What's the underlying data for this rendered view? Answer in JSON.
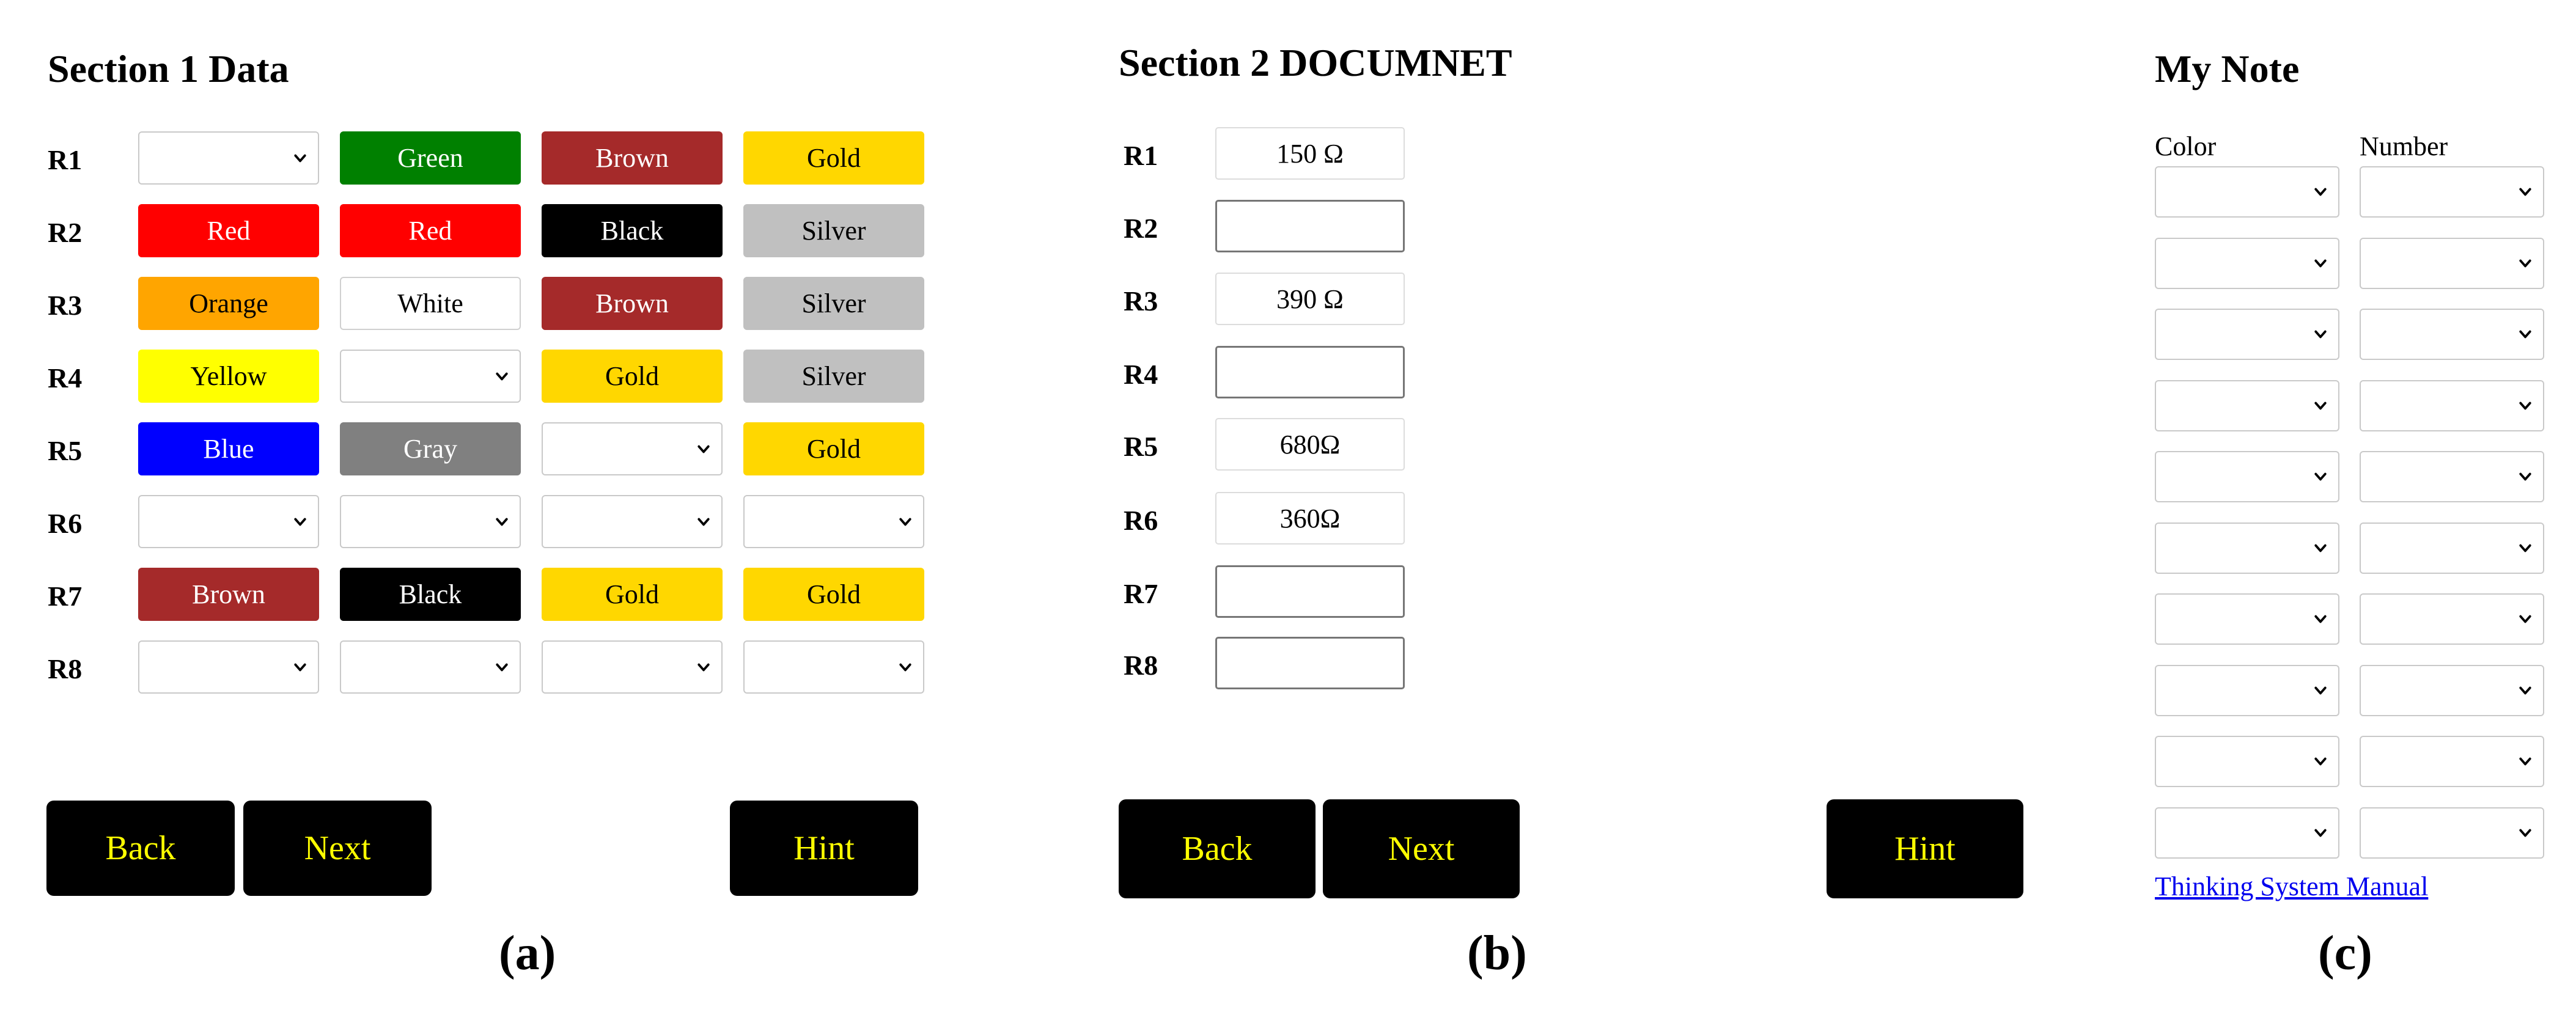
{
  "section1": {
    "title": "Section 1 Data",
    "rows": [
      {
        "label": "R1",
        "bands": [
          {
            "type": "select"
          },
          {
            "type": "color",
            "text": "Green",
            "bg": "#008000",
            "fg": "#ffffff"
          },
          {
            "type": "color",
            "text": "Brown",
            "bg": "#a52a2a",
            "fg": "#ffffff"
          },
          {
            "type": "color",
            "text": "Gold",
            "bg": "#ffd700",
            "fg": "#000000"
          }
        ]
      },
      {
        "label": "R2",
        "bands": [
          {
            "type": "color",
            "text": "Red",
            "bg": "#ff0000",
            "fg": "#ffffff"
          },
          {
            "type": "color",
            "text": "Red",
            "bg": "#ff0000",
            "fg": "#ffffff"
          },
          {
            "type": "color",
            "text": "Black",
            "bg": "#000000",
            "fg": "#ffffff"
          },
          {
            "type": "color",
            "text": "Silver",
            "bg": "#c0c0c0",
            "fg": "#000000"
          }
        ]
      },
      {
        "label": "R3",
        "bands": [
          {
            "type": "color",
            "text": "Orange",
            "bg": "#ffa500",
            "fg": "#000000"
          },
          {
            "type": "color",
            "text": "White",
            "bg": "#ffffff",
            "fg": "#000000"
          },
          {
            "type": "color",
            "text": "Brown",
            "bg": "#a52a2a",
            "fg": "#ffffff"
          },
          {
            "type": "color",
            "text": "Silver",
            "bg": "#c0c0c0",
            "fg": "#000000"
          }
        ]
      },
      {
        "label": "R4",
        "bands": [
          {
            "type": "color",
            "text": "Yellow",
            "bg": "#ffff00",
            "fg": "#000000"
          },
          {
            "type": "select"
          },
          {
            "type": "color",
            "text": "Gold",
            "bg": "#ffd700",
            "fg": "#000000"
          },
          {
            "type": "color",
            "text": "Silver",
            "bg": "#c0c0c0",
            "fg": "#000000"
          }
        ]
      },
      {
        "label": "R5",
        "bands": [
          {
            "type": "color",
            "text": "Blue",
            "bg": "#0000ff",
            "fg": "#ffffff"
          },
          {
            "type": "color",
            "text": "Gray",
            "bg": "#808080",
            "fg": "#ffffff"
          },
          {
            "type": "select"
          },
          {
            "type": "color",
            "text": "Gold",
            "bg": "#ffd700",
            "fg": "#000000"
          }
        ]
      },
      {
        "label": "R6",
        "bands": [
          {
            "type": "select"
          },
          {
            "type": "select"
          },
          {
            "type": "select"
          },
          {
            "type": "select"
          }
        ]
      },
      {
        "label": "R7",
        "bands": [
          {
            "type": "color",
            "text": "Brown",
            "bg": "#a52a2a",
            "fg": "#ffffff"
          },
          {
            "type": "color",
            "text": "Black",
            "bg": "#000000",
            "fg": "#ffffff"
          },
          {
            "type": "color",
            "text": "Gold",
            "bg": "#ffd700",
            "fg": "#000000"
          },
          {
            "type": "color",
            "text": "Gold",
            "bg": "#ffd700",
            "fg": "#000000"
          }
        ]
      },
      {
        "label": "R8",
        "bands": [
          {
            "type": "select"
          },
          {
            "type": "select"
          },
          {
            "type": "select"
          },
          {
            "type": "select"
          }
        ]
      }
    ],
    "buttons": {
      "back": "Back",
      "next": "Next",
      "hint": "Hint"
    },
    "caption": "(a)"
  },
  "section2": {
    "title": "Section 2 DOCUMNET",
    "rows": [
      {
        "label": "R1",
        "value": "150 Ω"
      },
      {
        "label": "R2",
        "value": ""
      },
      {
        "label": "R3",
        "value": "390 Ω"
      },
      {
        "label": "R4",
        "value": ""
      },
      {
        "label": "R5",
        "value": "680Ω"
      },
      {
        "label": "R6",
        "value": "360Ω"
      },
      {
        "label": "R7",
        "value": ""
      },
      {
        "label": "R8",
        "value": ""
      }
    ],
    "buttons": {
      "back": "Back",
      "next": "Next",
      "hint": "Hint"
    },
    "caption": "(b)"
  },
  "note": {
    "title": "My Note",
    "color_header": "Color",
    "number_header": "Number",
    "row_count": 10,
    "link": "Thinking System Manual",
    "caption": "(c)"
  },
  "icons": {
    "dropdown": "chevron-down-icon"
  }
}
